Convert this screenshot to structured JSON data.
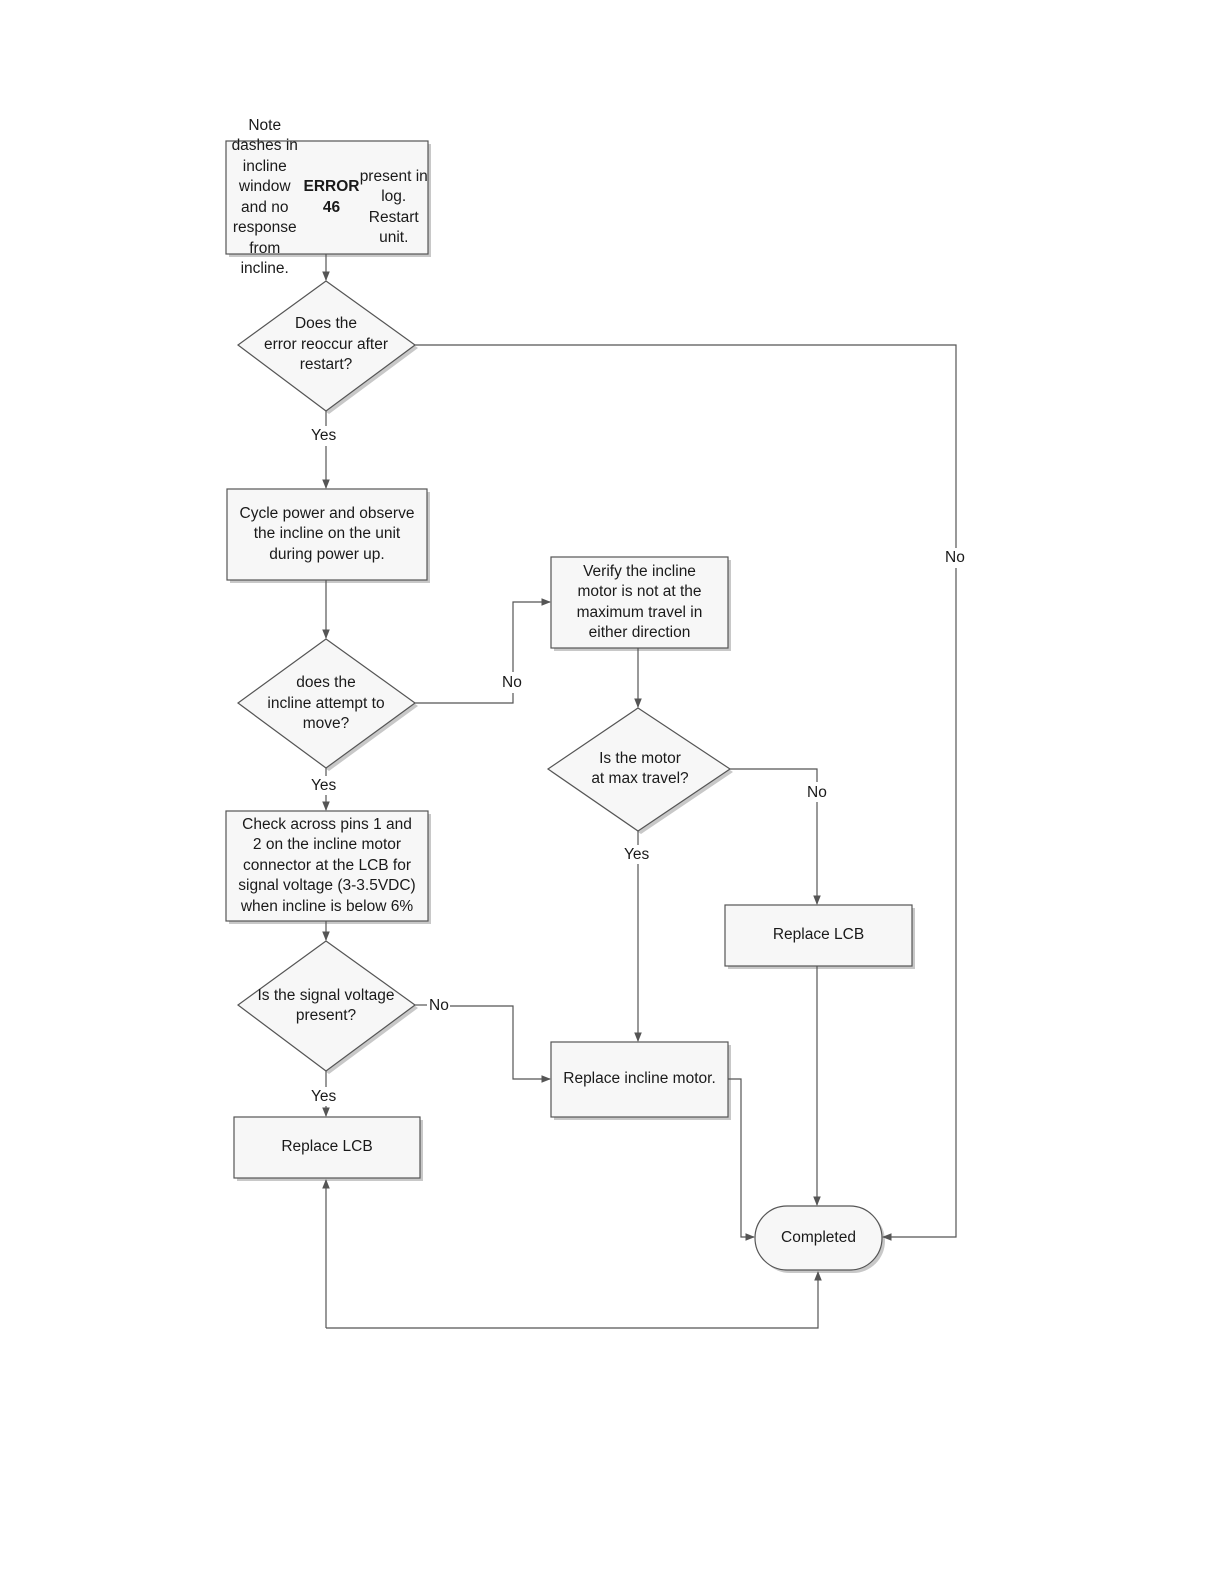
{
  "nodes": {
    "start": {
      "text_before": "Note dashes in incline\nwindow and no response\nfrom incline. ",
      "text_bold": "ERROR 46",
      "text_after": "\npresent in log. Restart\nunit."
    },
    "q_reoccur": {
      "text": "Does the\nerror reoccur after\nrestart?"
    },
    "cycle_power": {
      "text": "Cycle power and observe\nthe incline on the unit\nduring power up."
    },
    "q_attempt_move": {
      "text": "does the\nincline attempt to\nmove?"
    },
    "verify_motor": {
      "text": "Verify the incline\nmotor is not at the\nmaximum travel in\neither direction"
    },
    "q_max_travel": {
      "text": "Is the motor\nat max travel?"
    },
    "check_pins": {
      "text": "Check across pins 1 and\n2 on the incline motor\nconnector at the LCB for\nsignal voltage (3-3.5VDC)\nwhen incline is below 6%"
    },
    "q_signal": {
      "text": "Is the signal voltage\npresent?"
    },
    "replace_lcb_right": {
      "text": "Replace LCB"
    },
    "replace_motor": {
      "text": "Replace incline motor."
    },
    "replace_lcb_left": {
      "text": "Replace LCB"
    },
    "completed": {
      "text": "Completed"
    }
  },
  "edge_labels": {
    "reoccur_yes": "Yes",
    "reoccur_no": "No",
    "move_no": "No",
    "move_yes": "Yes",
    "max_no": "No",
    "max_yes": "Yes",
    "signal_no": "No",
    "signal_yes": "Yes"
  },
  "colors": {
    "box_fill": "#f7f7f7",
    "box_stroke": "#555555",
    "shadow": "#c8c8c8",
    "line": "#555555",
    "text": "#1a1a1a"
  }
}
